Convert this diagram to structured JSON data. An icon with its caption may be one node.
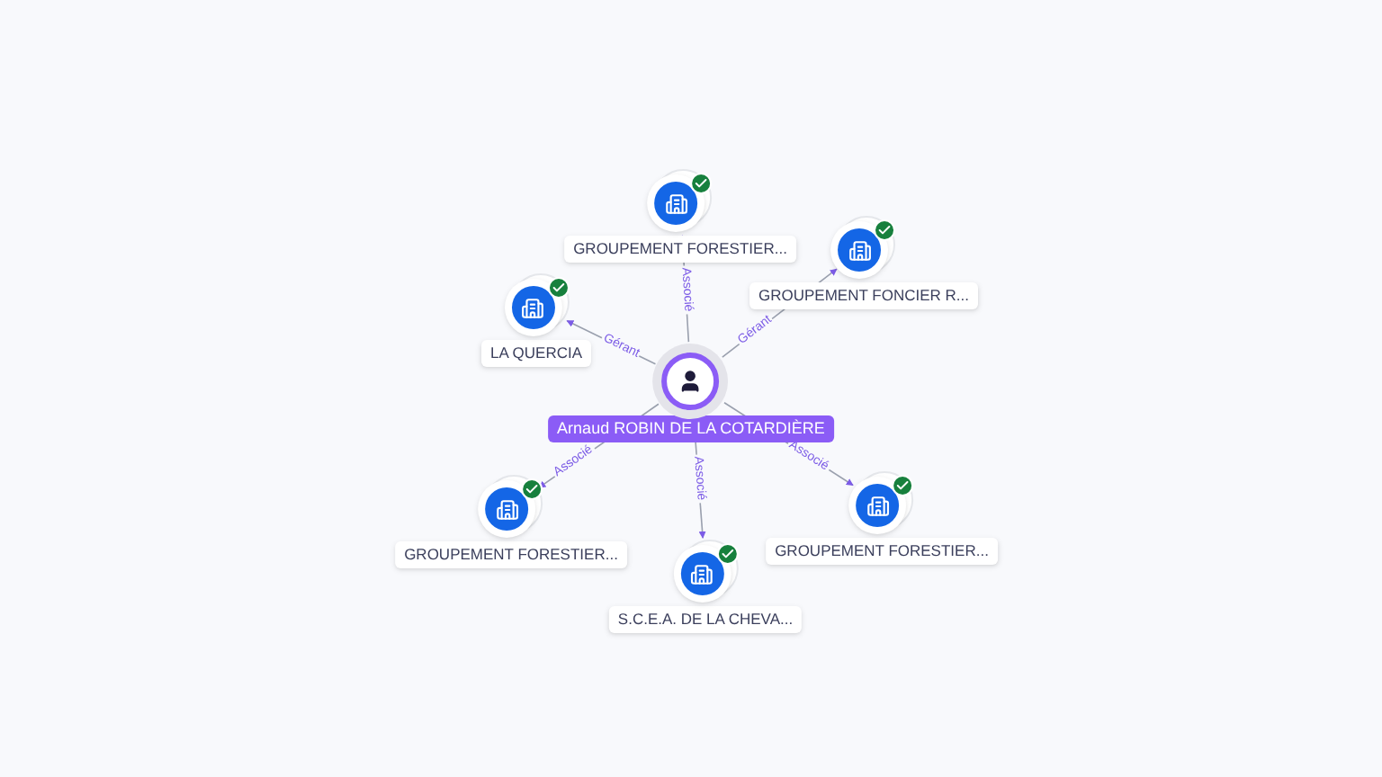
{
  "diagram": {
    "nodes": [
      {
        "text": [
          "Arnaud ROBIN DE LA COTARDIÈRE"
        ]
      },
      {
        "text": [
          "GROUPEMENT FORESTIER..."
        ]
      },
      {
        "text": [
          "LA QUERCIA"
        ]
      },
      {
        "text": [
          "GROUPEMENT FONCIER R..."
        ]
      },
      {
        "text": [
          "GROUPEMENT FORESTIER..."
        ]
      },
      {
        "text": [
          "GROUPEMENT FORESTIER..."
        ]
      },
      {
        "text": [
          "S.C.E.A. DE LA CHEVA..."
        ]
      }
    ],
    "edges": [
      {
        "from": 0,
        "to": 1,
        "arrow": "to",
        "label": "Associé"
      },
      {
        "from": 0,
        "to": 2,
        "arrow": "to",
        "label": "Gérant"
      },
      {
        "from": 0,
        "to": 3,
        "arrow": "to",
        "label": "Gérant"
      },
      {
        "from": 0,
        "to": 4,
        "arrow": "to",
        "label": "Associé"
      },
      {
        "from": 0,
        "to": 5,
        "arrow": "to",
        "label": "Associé"
      },
      {
        "from": 0,
        "to": 6,
        "arrow": "to",
        "label": "Associé"
      }
    ]
  }
}
